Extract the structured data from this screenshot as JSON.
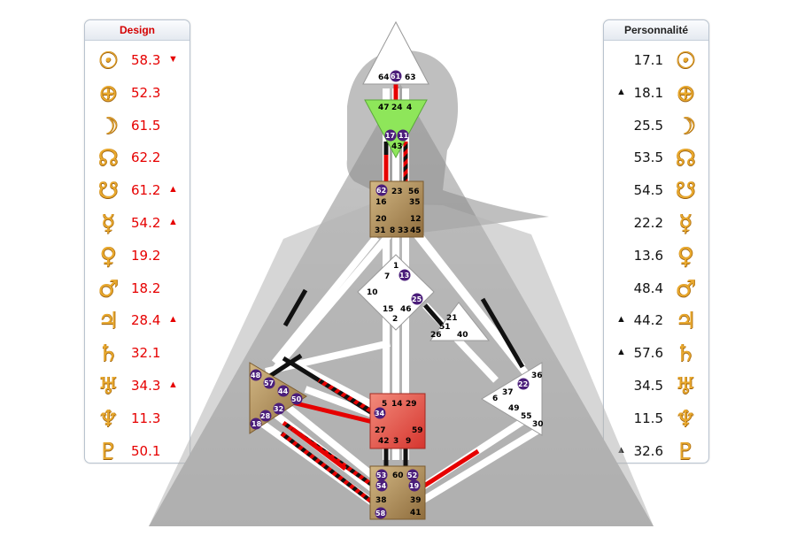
{
  "design": {
    "title": "Design",
    "rows": [
      {
        "planet": "sun-icon",
        "glyph": "☉",
        "value": "58.3",
        "arrow": "▼"
      },
      {
        "planet": "earth-icon",
        "glyph": "⊕",
        "value": "52.3",
        "arrow": ""
      },
      {
        "planet": "moon-icon",
        "glyph": "☽",
        "value": "61.5",
        "arrow": ""
      },
      {
        "planet": "north-node-icon",
        "glyph": "☊",
        "value": "62.2",
        "arrow": ""
      },
      {
        "planet": "south-node-icon",
        "glyph": "☋",
        "value": "61.2",
        "arrow": "▲"
      },
      {
        "planet": "mercury-icon",
        "glyph": "☿",
        "value": "54.2",
        "arrow": "▲"
      },
      {
        "planet": "venus-icon",
        "glyph": "♀",
        "value": "19.2",
        "arrow": ""
      },
      {
        "planet": "mars-icon",
        "glyph": "♂",
        "value": "18.2",
        "arrow": ""
      },
      {
        "planet": "jupiter-icon",
        "glyph": "♃",
        "value": "28.4",
        "arrow": "▲"
      },
      {
        "planet": "saturn-icon",
        "glyph": "♄",
        "value": "32.1",
        "arrow": ""
      },
      {
        "planet": "uranus-icon",
        "glyph": "♅",
        "value": "34.3",
        "arrow": "▲"
      },
      {
        "planet": "neptune-icon",
        "glyph": "♆",
        "value": "11.3",
        "arrow": ""
      },
      {
        "planet": "pluto-icon",
        "glyph": "♇",
        "value": "50.1",
        "arrow": ""
      }
    ]
  },
  "personality": {
    "title": "Personnalité",
    "rows": [
      {
        "planet": "sun-icon",
        "glyph": "☉",
        "value": "17.1",
        "arrow": ""
      },
      {
        "planet": "earth-icon",
        "glyph": "⊕",
        "value": "18.1",
        "arrow": "▲"
      },
      {
        "planet": "moon-icon",
        "glyph": "☽",
        "value": "25.5",
        "arrow": ""
      },
      {
        "planet": "north-node-icon",
        "glyph": "☊",
        "value": "53.5",
        "arrow": ""
      },
      {
        "planet": "south-node-icon",
        "glyph": "☋",
        "value": "54.5",
        "arrow": ""
      },
      {
        "planet": "mercury-icon",
        "glyph": "☿",
        "value": "22.2",
        "arrow": ""
      },
      {
        "planet": "venus-icon",
        "glyph": "♀",
        "value": "13.6",
        "arrow": ""
      },
      {
        "planet": "mars-icon",
        "glyph": "♂",
        "value": "48.4",
        "arrow": ""
      },
      {
        "planet": "jupiter-icon",
        "glyph": "♃",
        "value": "44.2",
        "arrow": "▲"
      },
      {
        "planet": "saturn-icon",
        "glyph": "♄",
        "value": "57.6",
        "arrow": "▲"
      },
      {
        "planet": "uranus-icon",
        "glyph": "♅",
        "value": "34.5",
        "arrow": ""
      },
      {
        "planet": "neptune-icon",
        "glyph": "♆",
        "value": "11.5",
        "arrow": ""
      },
      {
        "planet": "pluto-icon",
        "glyph": "♇",
        "value": "32.6",
        "arrow": "▲"
      }
    ]
  },
  "colors": {
    "design_red": "#e60000",
    "personality_black": "#111111",
    "glyph_gold": "#e9a92e",
    "gate_active": "#4b1e7a",
    "ajna_green": "#8ee65a",
    "center_tan": "#b08d5a",
    "sacral_red": "#e0524a"
  },
  "bodygraph": {
    "centers": [
      {
        "name": "head",
        "defined": false
      },
      {
        "name": "ajna",
        "defined": true
      },
      {
        "name": "throat",
        "defined": true
      },
      {
        "name": "g-center",
        "defined": false
      },
      {
        "name": "heart",
        "defined": false
      },
      {
        "name": "spleen",
        "defined": true
      },
      {
        "name": "sacral",
        "defined": true
      },
      {
        "name": "solar-plexus",
        "defined": false
      },
      {
        "name": "root",
        "defined": true
      }
    ],
    "gate_labels": {
      "head": [
        "64",
        "61",
        "63"
      ],
      "ajna": [
        "47",
        "24",
        "4",
        "17",
        "11",
        "43"
      ],
      "throat": [
        "62",
        "23",
        "56",
        "16",
        "35",
        "20",
        "12",
        "31",
        "8",
        "33",
        "45"
      ],
      "g": [
        "1",
        "7",
        "13",
        "10",
        "25",
        "15",
        "46",
        "2"
      ],
      "heart": [
        "21",
        "51",
        "26",
        "40"
      ],
      "spleen": [
        "48",
        "57",
        "44",
        "50",
        "32",
        "28",
        "18"
      ],
      "sacral": [
        "5",
        "14",
        "29",
        "34",
        "27",
        "59",
        "42",
        "3",
        "9"
      ],
      "solar_plexus": [
        "36",
        "22",
        "37",
        "6",
        "49",
        "55",
        "30"
      ],
      "root": [
        "53",
        "60",
        "52",
        "54",
        "19",
        "38",
        "39",
        "58",
        "41"
      ]
    },
    "active_gates": [
      "61",
      "17",
      "11",
      "62",
      "13",
      "25",
      "57",
      "44",
      "50",
      "32",
      "28",
      "18",
      "34",
      "53",
      "52",
      "54",
      "19",
      "58",
      "22"
    ]
  }
}
